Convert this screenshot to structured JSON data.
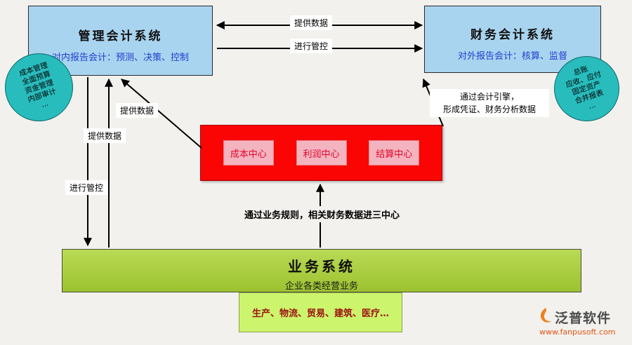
{
  "diagram": {
    "management": {
      "title": "管理会计系统",
      "subtitle": "对内报告会计：预测、决策、控制"
    },
    "financial": {
      "title": "财务会计系统",
      "subtitle": "对外报告会计：核算、监督"
    },
    "left_circle": {
      "lines": [
        "成本管理",
        "全面预算",
        "资金管理",
        "内部审计",
        "..."
      ]
    },
    "right_circle": {
      "lines": [
        "总账",
        "应收、应付",
        "固定资产",
        "合并报表",
        "..."
      ]
    },
    "centers": {
      "items": [
        "成本中心",
        "利润中心",
        "结算中心"
      ]
    },
    "business": {
      "title": "业务系统",
      "subtitle": "企业各类经营业务",
      "examples": "生产、物流、贸易、建筑、医疗…"
    }
  },
  "labels": {
    "provide_data_top": "提供数据",
    "control_top": "进行管控",
    "provide_data_diagonal": "提供数据",
    "provide_data_vertical": "提供数据",
    "control_vertical": "进行管控",
    "engine_line1": "通过会计引擎，",
    "engine_line2": "形成凭证、财务分析数据",
    "business_rules": "通过业务规则，相关财务数据进三中心"
  },
  "logo": {
    "name": "泛普软件",
    "url": "www.fanpusoft.com"
  },
  "colors": {
    "system_box_blue": "#a9d4ef",
    "circle_teal": "#28bcbd",
    "centers_red": "#fb0404",
    "center_chip_pink": "#f3b3bf",
    "business_green": "#a7cc3a",
    "examples_green": "#ccf46c",
    "subtitle_blue": "#1f3fd0",
    "logo_orange": "#f08020"
  }
}
